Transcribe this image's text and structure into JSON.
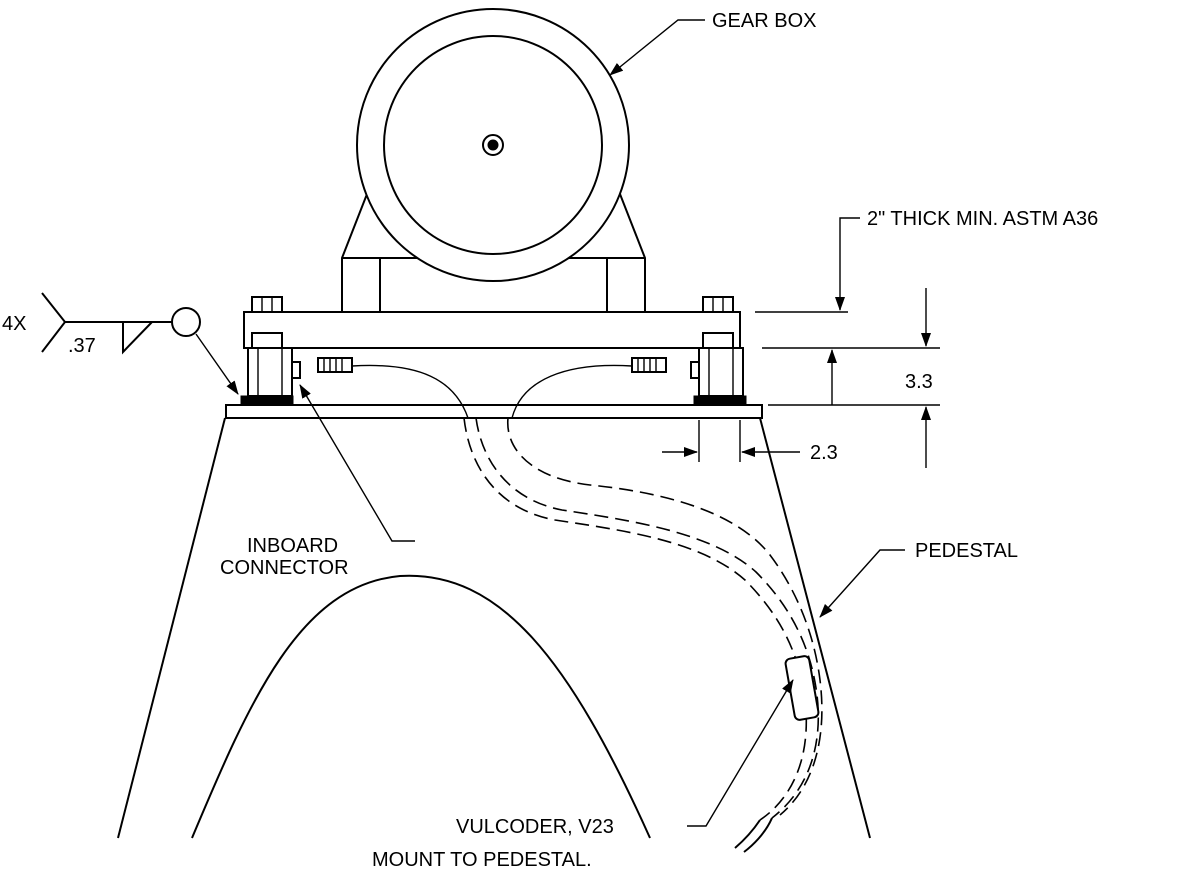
{
  "labels": {
    "gear_box": "GEAR BOX",
    "plate_spec": "2\" THICK MIN. ASTM A36",
    "dim_height": "3.3",
    "dim_width": "2.3",
    "weld_count": "4X",
    "weld_size": ".37",
    "inboard_line1": "INBOARD",
    "inboard_line2": "CONNECTOR",
    "pedestal": "PEDESTAL",
    "vulcoder": "VULCODER, V23",
    "mount_note": "MOUNT TO PEDESTAL."
  }
}
